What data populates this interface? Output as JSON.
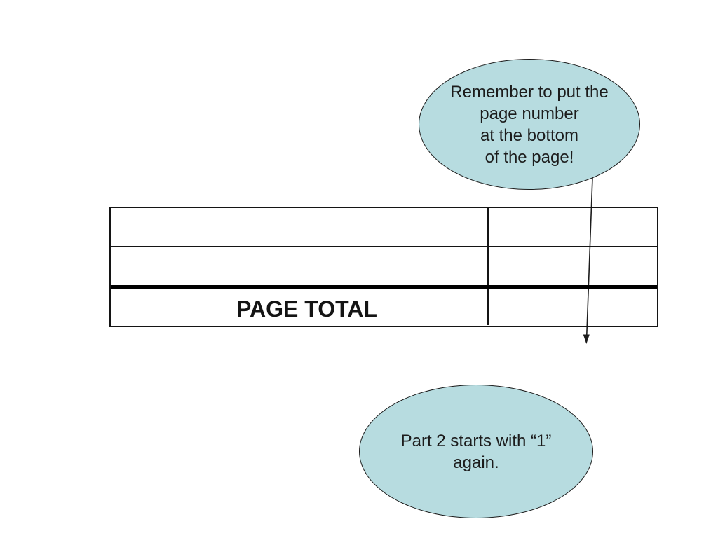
{
  "slide": {
    "background_color": "#ffffff",
    "accent_fill_color": "#b7dce0",
    "line_color": "#1c1c1c"
  },
  "callouts": {
    "top": {
      "lines": {
        "0": "Remember to put the",
        "1": "page number",
        "2": "at the bottom",
        "3": "of the page!"
      }
    },
    "bottom": {
      "lines": {
        "0": "Part 2 starts with “1”",
        "1": "again."
      }
    }
  },
  "table": {
    "rows": [
      {
        "cells": [
          "",
          ""
        ]
      },
      {
        "cells": [
          "",
          ""
        ]
      },
      {
        "cells": [
          "PAGE TOTAL",
          ""
        ]
      }
    ]
  }
}
